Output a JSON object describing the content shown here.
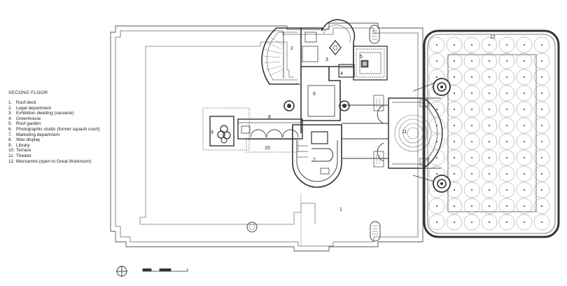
{
  "legend": {
    "title": "SECOND FLOOR",
    "items": [
      {
        "num": "1.",
        "text": "Roof deck"
      },
      {
        "num": "2.",
        "text": "Legal department"
      },
      {
        "num": "3.",
        "text": "Exhibition dwelling (causerie)"
      },
      {
        "num": "4.",
        "text": "Greenhouse"
      },
      {
        "num": "5.",
        "text": "Roof garden"
      },
      {
        "num": "6.",
        "text": "Photographic studio (former squash court)"
      },
      {
        "num": "7.",
        "text": "Marketing department"
      },
      {
        "num": "8.",
        "text": "Wax display"
      },
      {
        "num": "9.",
        "text": "Library"
      },
      {
        "num": "10.",
        "text": "Terrace"
      },
      {
        "num": "11.",
        "text": "Theater"
      },
      {
        "num": "12.",
        "text": "Mezzanine (open to Great Workroom)"
      }
    ]
  },
  "labels": {
    "r1": "1",
    "r2": "2",
    "r3": "3",
    "r4": "4",
    "r5": "5",
    "r6": "6",
    "r7": "7",
    "r8": "8",
    "r9": "9",
    "r10": "10",
    "r11": "11",
    "r12": "12"
  },
  "colors": {
    "line": "#333333",
    "light": "#8a8a8a",
    "tone": "#c8c8c8"
  }
}
